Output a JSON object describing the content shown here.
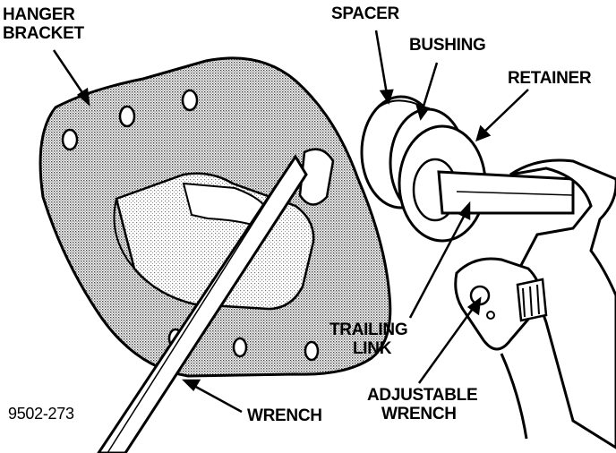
{
  "figure_id": "9502-273",
  "labels": {
    "hanger_bracket": [
      "HANGER",
      "BRACKET"
    ],
    "spacer": "SPACER",
    "bushing": "BUSHING",
    "retainer": "RETAINER",
    "trailing_link": [
      "TRAILING",
      "LINK"
    ],
    "adjustable_wrench": [
      "ADJUSTABLE",
      "WRENCH"
    ],
    "wrench": "WRENCH"
  },
  "colors": {
    "ink": "#000000",
    "paper": "#ffffff",
    "stipple": "#6e6e6e"
  }
}
